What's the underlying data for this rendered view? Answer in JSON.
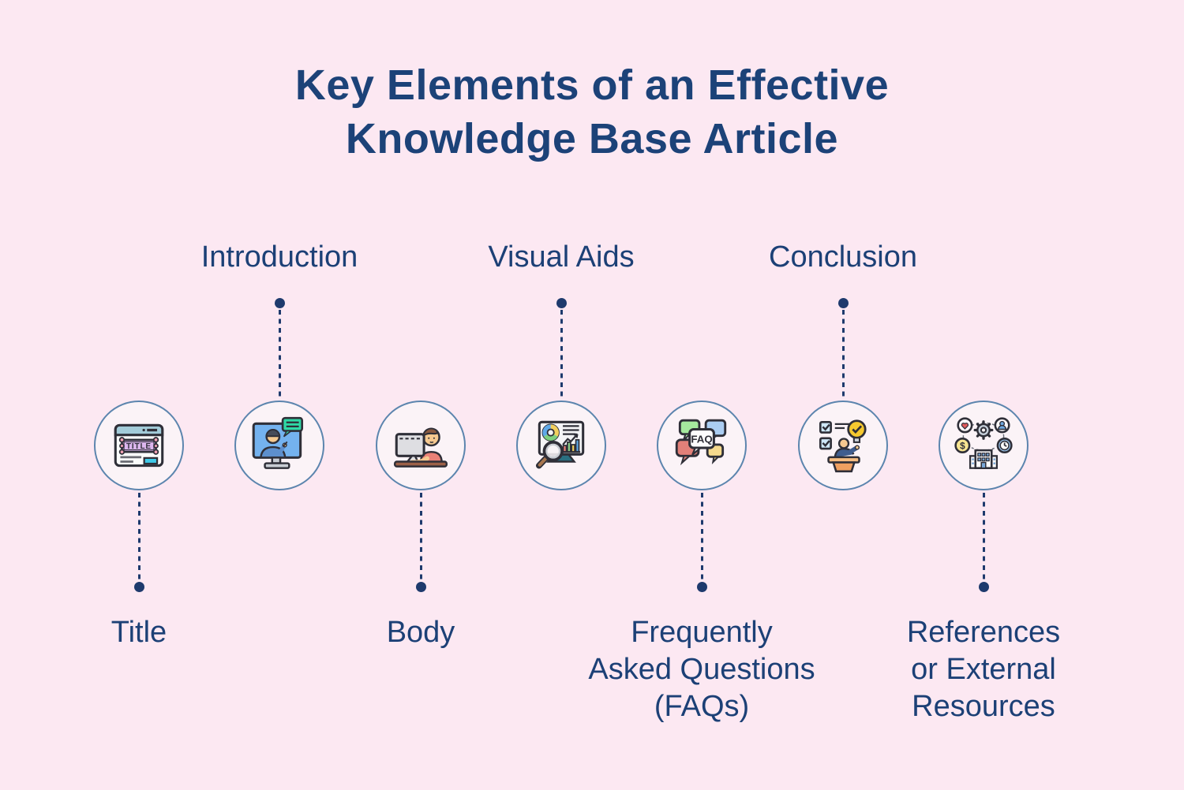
{
  "title": "Key Elements of an Effective\nKnowledge Base Article",
  "items": [
    {
      "label": "Title",
      "position": "bottom",
      "icon": "title-browser-icon"
    },
    {
      "label": "Introduction",
      "position": "top",
      "icon": "introduction-presenter-icon"
    },
    {
      "label": "Body",
      "position": "bottom",
      "icon": "body-writer-icon"
    },
    {
      "label": "Visual Aids",
      "position": "top",
      "icon": "visual-aids-chart-icon"
    },
    {
      "label": "Frequently\nAsked Questions\n(FAQs)",
      "position": "bottom",
      "icon": "faq-speech-bubbles-icon"
    },
    {
      "label": "Conclusion",
      "position": "top",
      "icon": "conclusion-checklist-icon"
    },
    {
      "label": "References\nor External\nResources",
      "position": "bottom",
      "icon": "references-resources-icon"
    }
  ],
  "icon_texts": {
    "title_box": "TITLE",
    "faq": "FAQ",
    "dollar": "$"
  },
  "colors": {
    "background": "#fce8f2",
    "heading_text": "#1c4278",
    "label_text": "#1c4076",
    "connector": "#1e3a6d",
    "circle_border": "#5c85ae",
    "circle_fill": "#fbf3f7"
  }
}
